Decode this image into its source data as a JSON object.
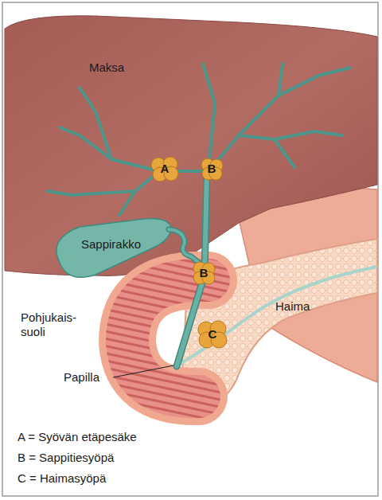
{
  "diagram": {
    "labels": [
      "Maksa",
      "A",
      "B",
      "Sappirakko",
      "B",
      "Haima",
      "Pohjukais- suoli",
      "C",
      "Papilla",
      "A = Syövän etäpesäke",
      "B = Sappitiesyöpä",
      "C = Haimasyöpä"
    ]
  }
}
